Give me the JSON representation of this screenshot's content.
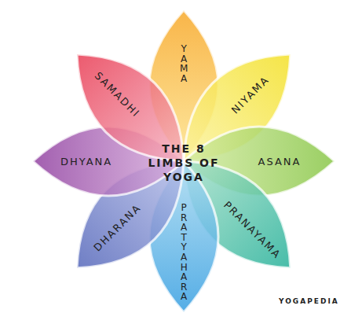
{
  "diagram": {
    "title": "THE 8 LIMBS OF YOGA",
    "nodes": [
      {
        "text": [
          "YAMA"
        ]
      },
      {
        "text": [
          "NIYAMA"
        ]
      },
      {
        "text": [
          "ASANA"
        ]
      },
      {
        "text": [
          "PRANAYAMA"
        ]
      },
      {
        "text": [
          "PRATYAHARA"
        ]
      },
      {
        "text": [
          "DHARANA"
        ]
      },
      {
        "text": [
          "DHYANA"
        ]
      },
      {
        "text": [
          "SAMADHI"
        ]
      }
    ],
    "labels": [
      "YOGAPEDIA"
    ]
  }
}
